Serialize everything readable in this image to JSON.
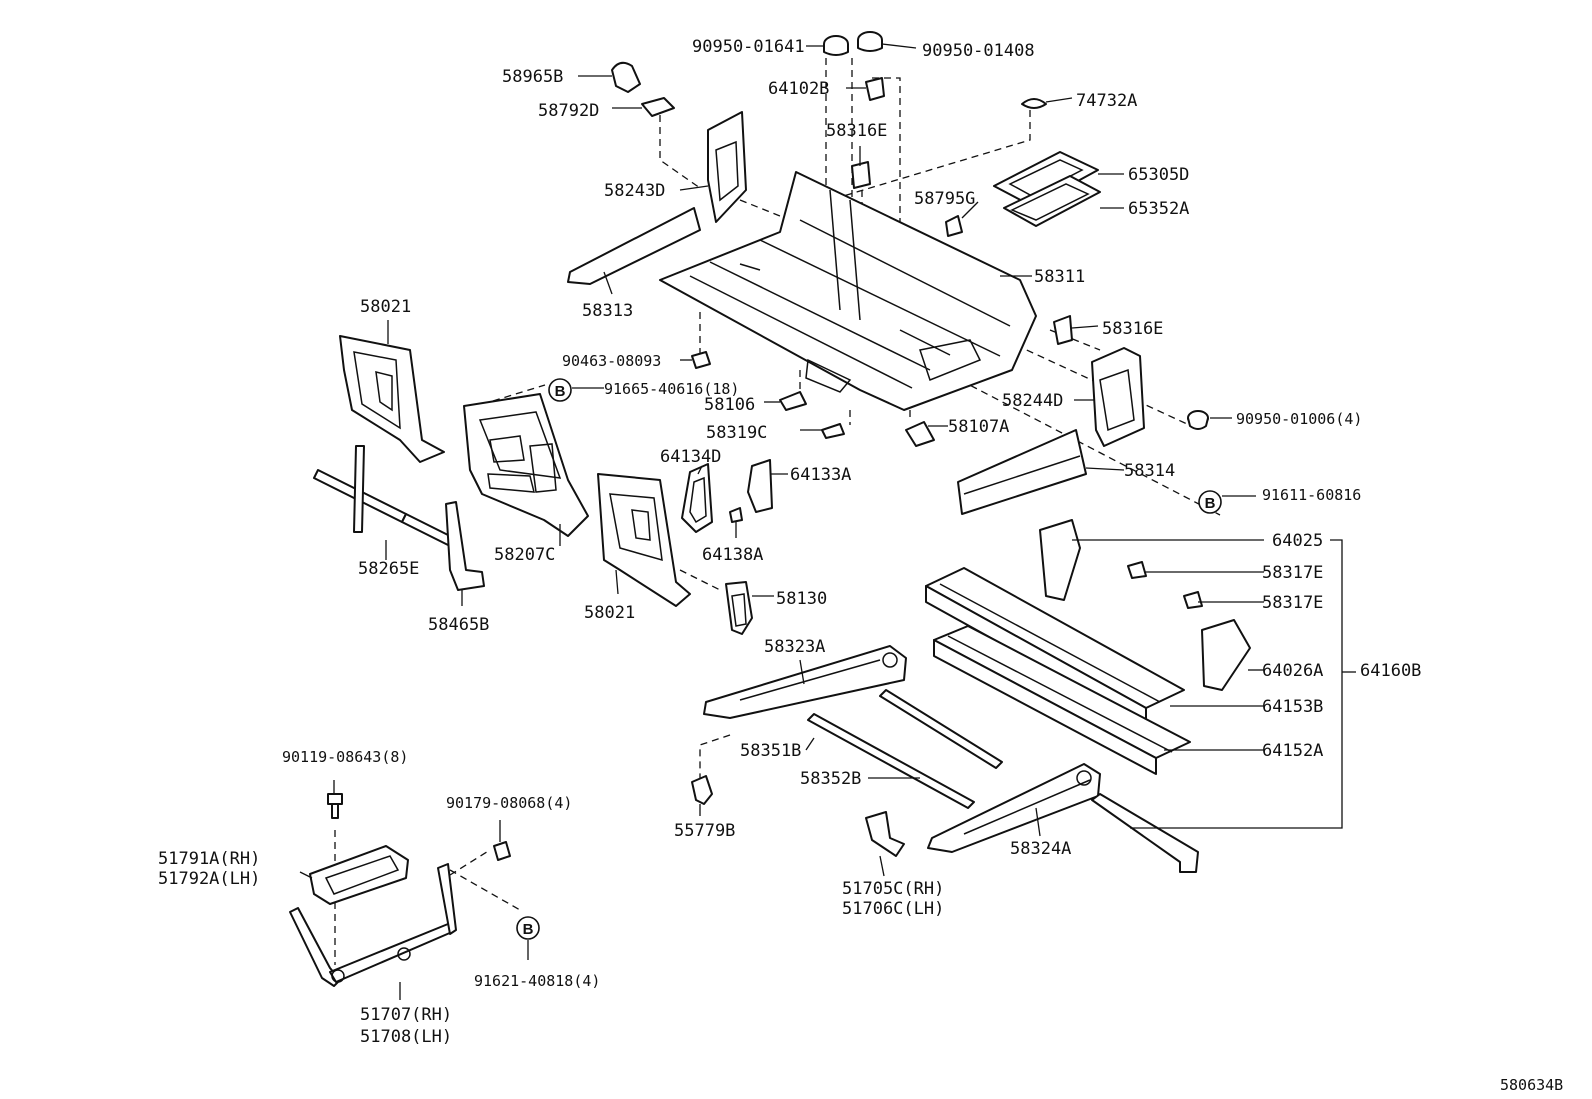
{
  "diagram_id": "580634B",
  "bolt_marker": "B",
  "parts": {
    "p90950_01641": "90950-01641",
    "p90950_01408": "90950-01408",
    "p58965B": "58965B",
    "p64102B": "64102B",
    "p58792D": "58792D",
    "p74732A": "74732A",
    "p58316E_top": "58316E",
    "p65305D": "65305D",
    "p58243D": "58243D",
    "p58795G": "58795G",
    "p65352A": "65352A",
    "p58311": "58311",
    "p58313": "58313",
    "p58021_top": "58021",
    "p58316E_right": "58316E",
    "p90463_08093": "90463-08093",
    "p91665_40616": "91665-40616(18)",
    "p58244D": "58244D",
    "p58106": "58106",
    "p58319C": "58319C",
    "p58107A": "58107A",
    "p90950_01006": "90950-01006(4)",
    "p64134D": "64134D",
    "p64133A": "64133A",
    "p58314": "58314",
    "p91611_60816": "91611-60816",
    "p64025": "64025",
    "p58207C": "58207C",
    "p64138A": "64138A",
    "p58265E": "58265E",
    "p58317E_a": "58317E",
    "p58317E_b": "58317E",
    "p58130": "58130",
    "p58021_bottom": "58021",
    "p58465B": "58465B",
    "p58323A": "58323A",
    "p64026A": "64026A",
    "p64160B": "64160B",
    "p64153B": "64153B",
    "p58351B": "58351B",
    "p64152A": "64152A",
    "p90119_08643": "90119-08643(8)",
    "p58352B": "58352B",
    "p90179_08068": "90179-08068(4)",
    "p55779B": "55779B",
    "p58324A": "58324A",
    "p51791A": "51791A(RH)",
    "p51792A": "51792A(LH)",
    "p51705C": "51705C(RH)",
    "p51706C": "51706C(LH)",
    "p91621_40818": "91621-40818(4)",
    "p51707": "51707(RH)",
    "p51708": "51708(LH)"
  }
}
